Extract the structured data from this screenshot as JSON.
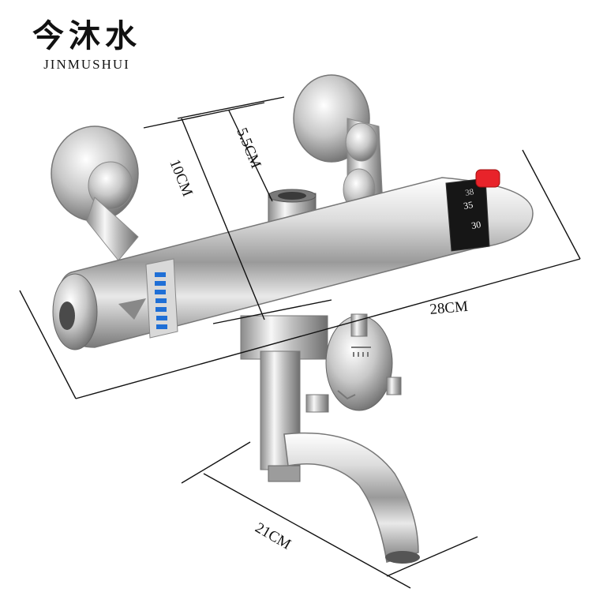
{
  "brand": {
    "name_cn": "今沐水",
    "name_en": "JINMUSHUI"
  },
  "dimensions": {
    "length": "28CM",
    "height": "10CM",
    "center_spacing": "5.5CM",
    "spout_length": "21CM"
  },
  "dial_scale": {
    "label_38": "38",
    "label_35": "35",
    "label_30": "30"
  },
  "colors": {
    "chrome_light": "#f2f2f2",
    "chrome_dark": "#6a6a6a",
    "dial_blue": "#1f6fd6",
    "dial_red": "#e8232a",
    "dimension_line": "#111111"
  }
}
